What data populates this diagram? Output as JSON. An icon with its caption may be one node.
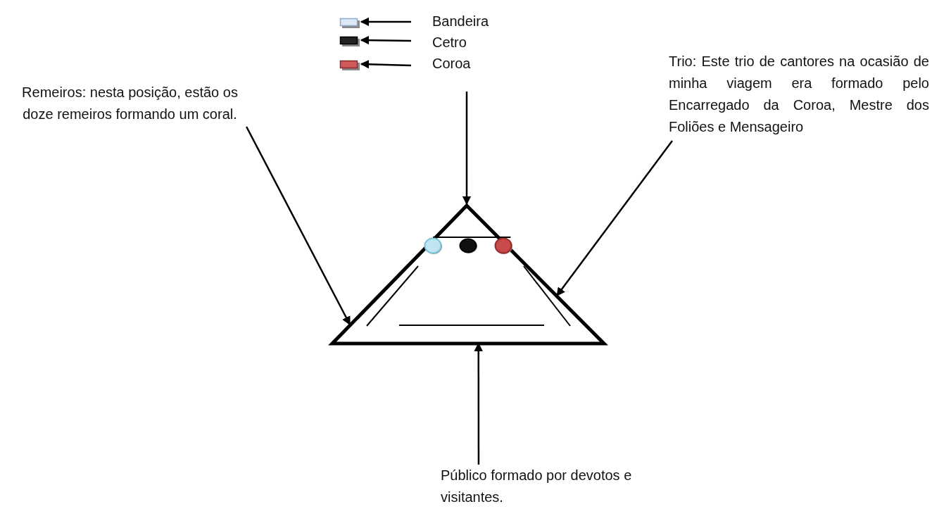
{
  "diagram": {
    "nodes": [
      {
        "text": [],
        "shape": "bar"
      },
      {
        "text": [
          "Bandeira"
        ]
      },
      {
        "text": [],
        "shape": "bar"
      },
      {
        "text": [
          "Cetro"
        ]
      },
      {
        "text": [],
        "shape": "bar"
      },
      {
        "text": [
          "Coroa"
        ]
      },
      {
        "text": [],
        "shape": "triangle"
      },
      {
        "text": [],
        "shape": "circle",
        "in": 6
      },
      {
        "text": [],
        "shape": "circle",
        "in": 6
      },
      {
        "text": [],
        "shape": "circle",
        "in": 6
      },
      {
        "text": [
          "Remeiros: nesta posição, estão os doze remeiros formando um coral."
        ]
      },
      {
        "text": [
          "Trio: Este trio de cantores na ocasião de minha viagem era formado pelo Encarregado da Coroa, Mestre dos Foliões e Mensageiro"
        ]
      },
      {
        "text": [
          "Público formado por devotos e visitantes."
        ]
      }
    ],
    "edges": [
      {
        "from": 1,
        "to": 0,
        "arrow": "to"
      },
      {
        "from": 3,
        "to": 2,
        "arrow": "to"
      },
      {
        "from": 5,
        "to": 4,
        "arrow": "to"
      },
      {
        "from": null,
        "to": 6,
        "arrow": "to"
      },
      {
        "from": 10,
        "to": 6,
        "arrow": "to"
      },
      {
        "from": 11,
        "to": 6,
        "arrow": "to"
      },
      {
        "from": 12,
        "to": 6,
        "arrow": "to"
      },
      {
        "from": 7,
        "to": 9,
        "arrow": "none"
      }
    ]
  }
}
